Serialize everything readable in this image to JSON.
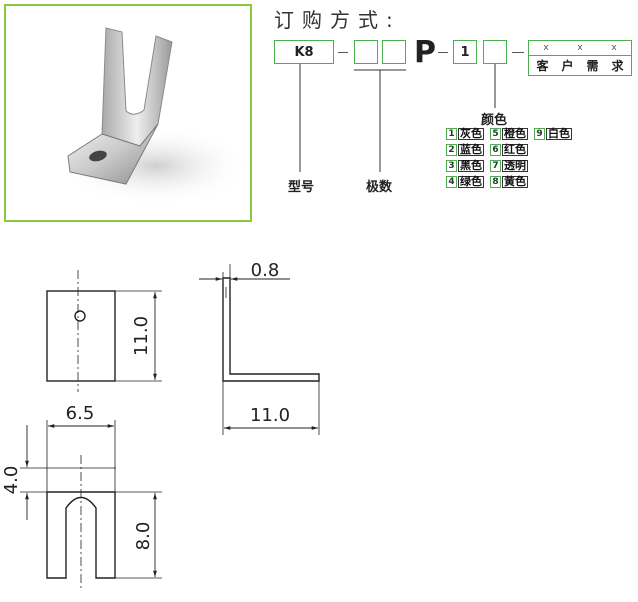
{
  "order": {
    "title": "订购方式:",
    "model_code": "K8",
    "separator": "–",
    "p_letter": "P",
    "color_code": "1",
    "x_marks": [
      "x",
      "x",
      "x"
    ],
    "customer_requirement": [
      "客",
      "户",
      "需",
      "求"
    ],
    "labels": {
      "model": "型号",
      "poles": "极数",
      "color": "颜色"
    },
    "colors": [
      {
        "num": "1",
        "name": "灰色"
      },
      {
        "num": "2",
        "name": "蓝色"
      },
      {
        "num": "3",
        "name": "黑色"
      },
      {
        "num": "4",
        "name": "绿色"
      },
      {
        "num": "5",
        "name": "橙色"
      },
      {
        "num": "6",
        "name": "红色"
      },
      {
        "num": "7",
        "name": "透明"
      },
      {
        "num": "8",
        "name": "黄色"
      },
      {
        "num": "9",
        "name": "白色"
      }
    ]
  },
  "drawing": {
    "front_height": "11.0",
    "thickness": "0.8",
    "side_length": "11.0",
    "width": "6.5",
    "slot_top": "4.0",
    "slot_depth": "8.0"
  },
  "colors": {
    "frame_green": "#8dc63f",
    "box_green": "#4caf50"
  }
}
